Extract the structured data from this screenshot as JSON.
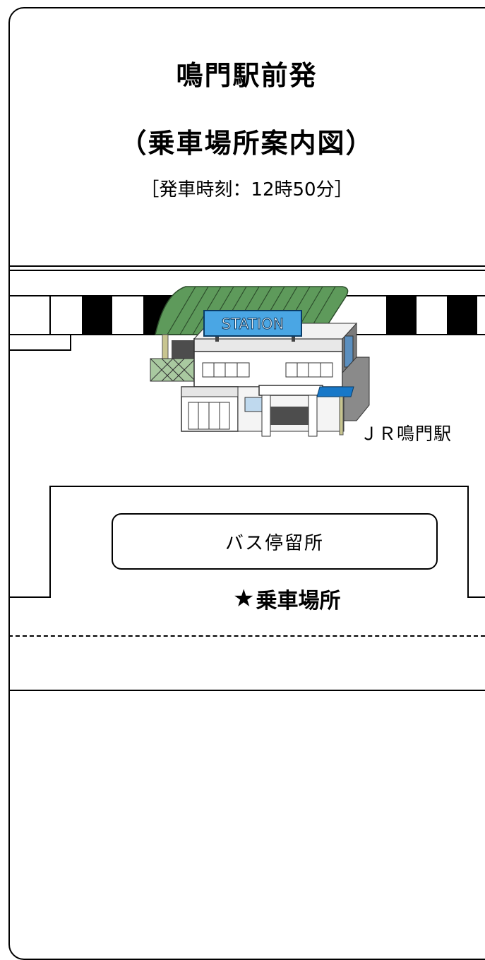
{
  "header": {
    "title_line1": "鳴門駅前発",
    "title_line2": "（乗車場所案内図）",
    "departure_info": "［発車時刻：12時50分］"
  },
  "map": {
    "station_sign": "STATION",
    "station_name": "ＪＲ鳴門駅",
    "bus_stop_label": "バス停留所",
    "boarding_star": "★",
    "boarding_label": "乗車場所",
    "colors": {
      "roof_green": "#5e9a5b",
      "sign_blue": "#4aa6e4",
      "awning_blue": "#1878c8"
    }
  }
}
